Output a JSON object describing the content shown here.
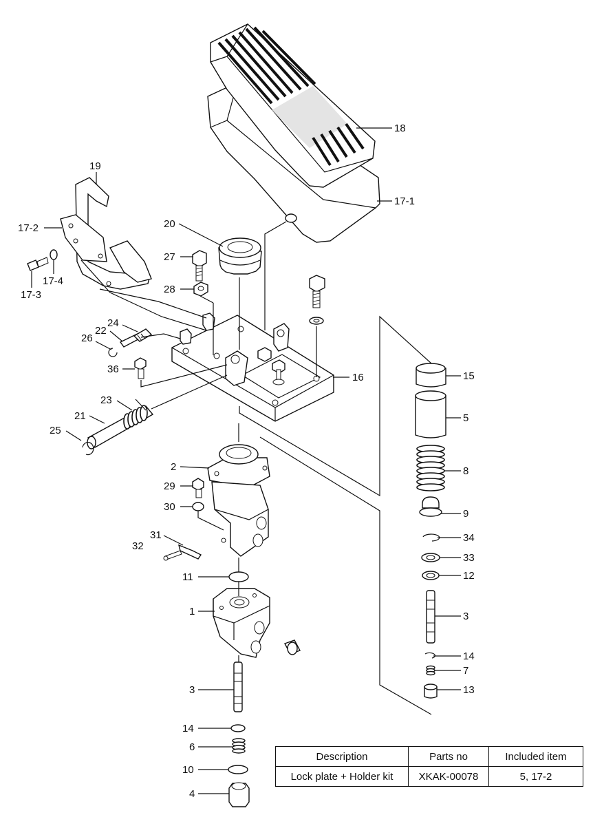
{
  "callouts": {
    "p18": "18",
    "p17_1": "17-1",
    "p19": "19",
    "p17_2": "17-2",
    "p17_3": "17-3",
    "p17_4": "17-4",
    "p20": "20",
    "p27": "27",
    "p28": "28",
    "p24": "24",
    "p22": "22",
    "p26": "26",
    "p36": "36",
    "p23": "23",
    "p21": "21",
    "p25": "25",
    "p16": "16",
    "p2": "2",
    "p29": "29",
    "p30": "30",
    "p31": "31",
    "p32": "32",
    "p11": "11",
    "p1": "1",
    "p3a": "3",
    "p14a": "14",
    "p6": "6",
    "p10": "10",
    "p4": "4",
    "p15": "15",
    "p5": "5",
    "p8": "8",
    "p9": "9",
    "p34": "34",
    "p33": "33",
    "p12": "12",
    "p3b": "3",
    "p14b": "14",
    "p7": "7",
    "p13": "13"
  },
  "table": {
    "headers": [
      "Description",
      "Parts no",
      "Included item"
    ],
    "rows": [
      [
        "Lock plate + Holder kit",
        "XKAK-00078",
        "5, 17-2"
      ]
    ]
  }
}
